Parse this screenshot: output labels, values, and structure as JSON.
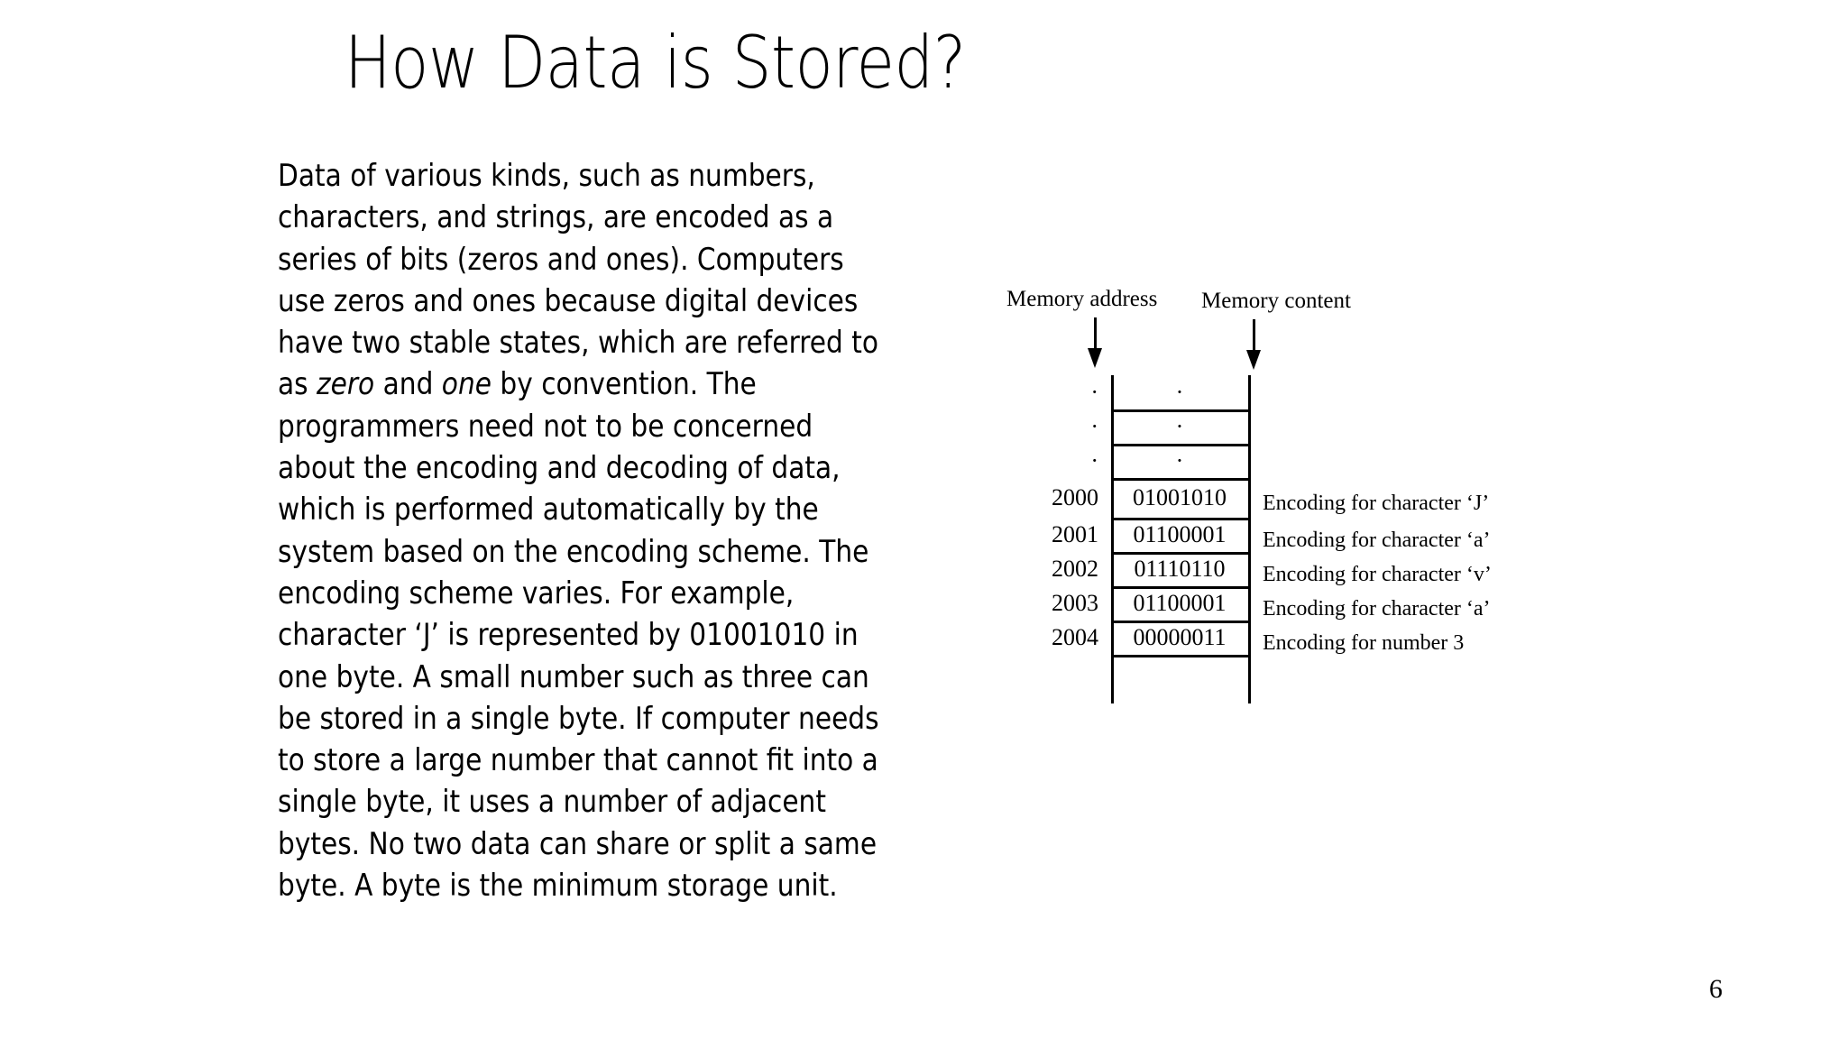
{
  "slide": {
    "title": "How Data is Stored?",
    "page_number": "6",
    "background_color": "#ffffff",
    "text_color": "#000000"
  },
  "body": {
    "lines": [
      [
        {
          "t": "Data of various kinds, such as numbers,",
          "i": false
        }
      ],
      [
        {
          "t": "characters, and strings, are encoded as a",
          "i": false
        }
      ],
      [
        {
          "t": "series of bits (zeros and ones). Computers",
          "i": false
        }
      ],
      [
        {
          "t": "use zeros and ones because digital devices",
          "i": false
        }
      ],
      [
        {
          "t": "have two stable states, which are referred to",
          "i": false
        }
      ],
      [
        {
          "t": "as ",
          "i": false
        },
        {
          "t": "zero",
          "i": true
        },
        {
          "t": " and ",
          "i": false
        },
        {
          "t": "one",
          "i": true
        },
        {
          "t": " by convention. The",
          "i": false
        }
      ],
      [
        {
          "t": "programmers need not to be concerned",
          "i": false
        }
      ],
      [
        {
          "t": "about the encoding and decoding of data,",
          "i": false
        }
      ],
      [
        {
          "t": "which is performed automatically by the",
          "i": false
        }
      ],
      [
        {
          "t": "system based on the encoding scheme. The",
          "i": false
        }
      ],
      [
        {
          "t": "encoding scheme varies. For example,",
          "i": false
        }
      ],
      [
        {
          "t": "character ‘J’ is represented by 01001010 in",
          "i": false
        }
      ],
      [
        {
          "t": "one byte. A small number such as three can",
          "i": false
        }
      ],
      [
        {
          "t": "be stored in a single byte. If computer needs",
          "i": false
        }
      ],
      [
        {
          "t": "to store a large number that cannot fit into a",
          "i": false
        }
      ],
      [
        {
          "t": "single byte, it uses a number of adjacent",
          "i": false
        }
      ],
      [
        {
          "t": "bytes. No two data can share or split a same",
          "i": false
        }
      ],
      [
        {
          "t": "byte. A byte is the minimum storage unit.",
          "i": false
        }
      ]
    ]
  },
  "memory_figure": {
    "address_header": "Memory address",
    "content_header": "Memory content",
    "ellipsis_glyph": "·",
    "rows": [
      {
        "address": "·",
        "content": "·",
        "note": "",
        "is_ellipsis": true
      },
      {
        "address": "·",
        "content": "·",
        "note": "",
        "is_ellipsis": true
      },
      {
        "address": "·",
        "content": "·",
        "note": "",
        "is_ellipsis": true
      },
      {
        "address": "2000",
        "content": "01001010",
        "note": "Encoding for character ‘J’",
        "is_ellipsis": false
      },
      {
        "address": "2001",
        "content": "01100001",
        "note": "Encoding for character ‘a’",
        "is_ellipsis": false
      },
      {
        "address": "2002",
        "content": "01110110",
        "note": "Encoding for character ‘v’",
        "is_ellipsis": false
      },
      {
        "address": "2003",
        "content": "01100001",
        "note": "Encoding for character ‘a’",
        "is_ellipsis": false
      },
      {
        "address": "2004",
        "content": "00000011",
        "note": "Encoding for number 3",
        "is_ellipsis": false
      },
      {
        "address": "",
        "content": "",
        "note": "",
        "is_ellipsis": false
      }
    ]
  }
}
